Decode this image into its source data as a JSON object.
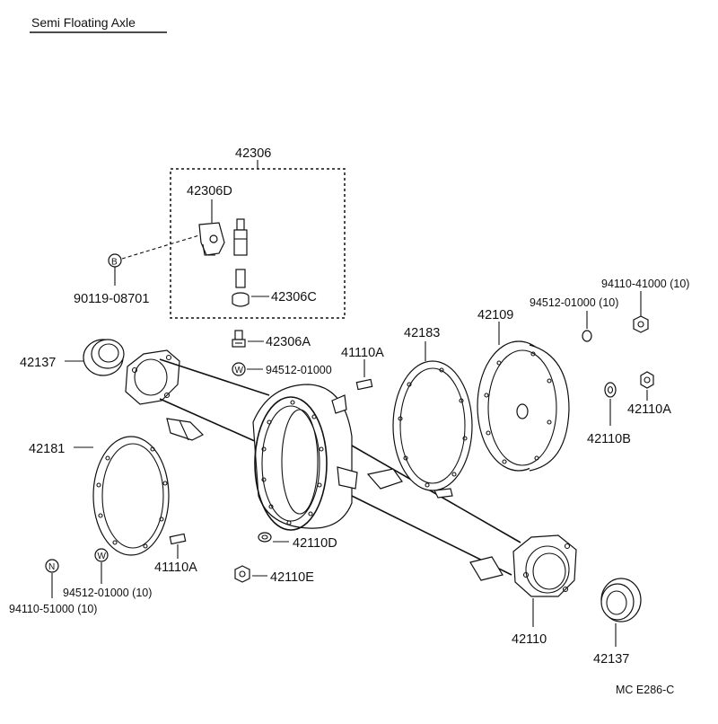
{
  "title": "Semi Floating Axle",
  "footer_code": "MC  E286-C",
  "callouts": {
    "p42306": "42306",
    "p42306D": "42306D",
    "p42306C": "42306C",
    "p42306A": "42306A",
    "p94512_single": "94512-01000",
    "p90119": "90119-08701",
    "p42137_left": "42137",
    "p42181": "42181",
    "p41110A_top": "41110A",
    "p41110A_bottom": "41110A",
    "p42183": "42183",
    "p42109": "42109",
    "p94512_right": "94512-01000 (10)",
    "p94110_right": "94110-41000 (10)",
    "p42110A": "42110A",
    "p42110B": "42110B",
    "p42110D": "42110D",
    "p42110E": "42110E",
    "p42110": "42110",
    "p42137_right": "42137",
    "p94512_left": "94512-01000 (10)",
    "p94110_left": "94110-51000 (10)"
  },
  "symbols": {
    "bolt_marker": "B",
    "washer_marker": "W",
    "nut_marker": "N"
  }
}
